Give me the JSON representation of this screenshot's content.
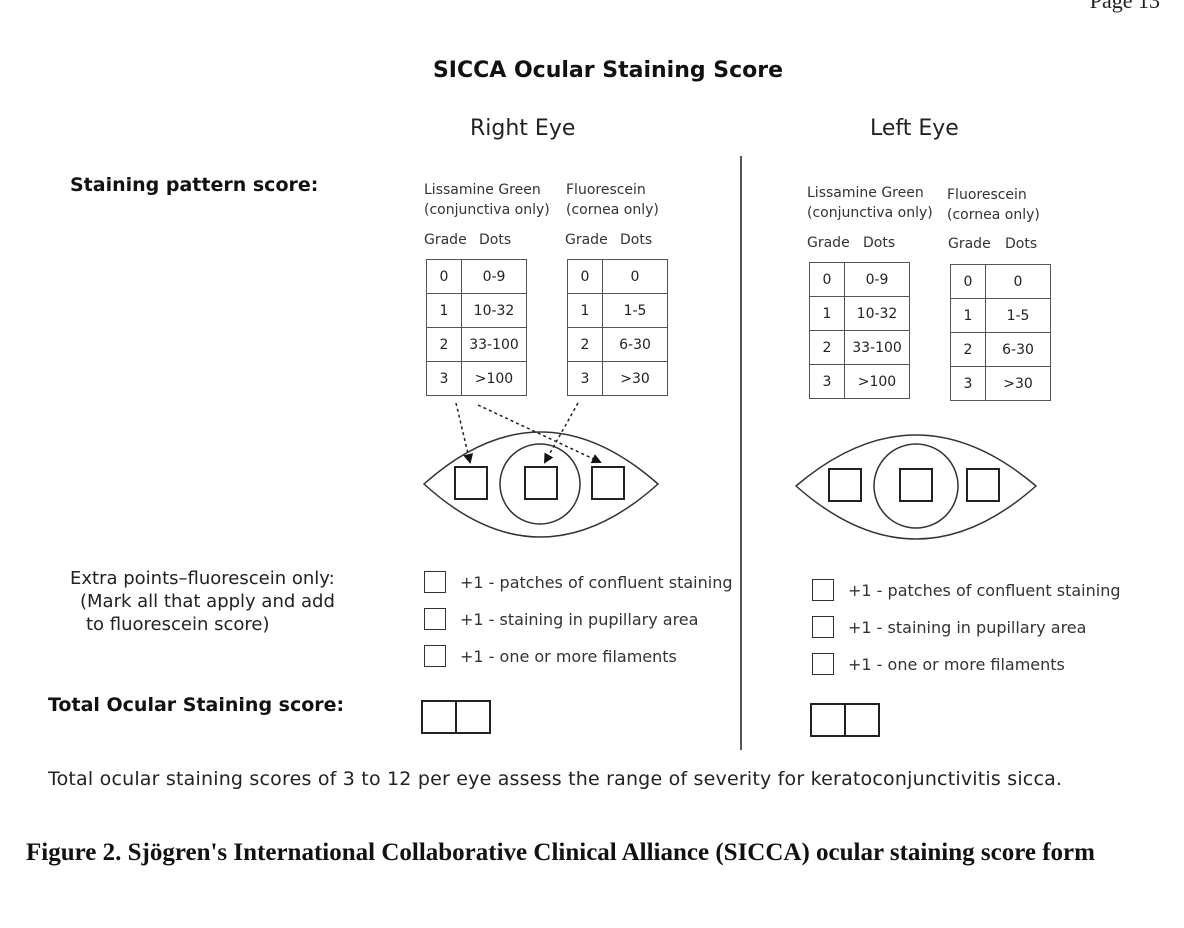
{
  "page_number": "Page 13",
  "form_title": "SICCA Ocular Staining Score",
  "labels": {
    "staining_pattern": "Staining pattern score:",
    "extra_line1": "Extra points–fluorescein only:",
    "extra_line2": "(Mark all that apply and add",
    "extra_line3": "to fluorescein score)",
    "total": "Total Ocular Staining score:"
  },
  "eyes": {
    "right": {
      "title": "Right Eye",
      "lissamine": {
        "name": "Lissamine Green",
        "note": "(conjunctiva only)",
        "grade_head": "Grade",
        "dots_head": "Dots",
        "rows": [
          [
            "0",
            "0-9"
          ],
          [
            "1",
            "10-32"
          ],
          [
            "2",
            "33-100"
          ],
          [
            "3",
            ">100"
          ]
        ]
      },
      "fluorescein": {
        "name": "Fluorescein",
        "note": "(cornea only)",
        "grade_head": "Grade",
        "dots_head": "Dots",
        "rows": [
          [
            "0",
            "0"
          ],
          [
            "1",
            "1-5"
          ],
          [
            "2",
            "6-30"
          ],
          [
            "3",
            ">30"
          ]
        ]
      }
    },
    "left": {
      "title": "Left Eye",
      "lissamine": {
        "name": "Lissamine Green",
        "note": "(conjunctiva only)",
        "grade_head": "Grade",
        "dots_head": "Dots",
        "rows": [
          [
            "0",
            "0-9"
          ],
          [
            "1",
            "10-32"
          ],
          [
            "2",
            "33-100"
          ],
          [
            "3",
            ">100"
          ]
        ]
      },
      "fluorescein": {
        "name": "Fluorescein",
        "note": "(cornea only)",
        "grade_head": "Grade",
        "dots_head": "Dots",
        "rows": [
          [
            "0",
            "0"
          ],
          [
            "1",
            "1-5"
          ],
          [
            "2",
            "6-30"
          ],
          [
            "3",
            ">30"
          ]
        ]
      }
    }
  },
  "extra_points": [
    "+1 - patches of confluent staining",
    "+1 - staining in pupillary area",
    "+1 - one or more filaments"
  ],
  "footnote": "Total ocular staining scores of 3 to 12 per eye assess the range of severity for keratoconjunctivitis sicca.",
  "caption": "Figure 2. Sjögren's International Collaborative Clinical Alliance (SICCA) ocular staining score form"
}
